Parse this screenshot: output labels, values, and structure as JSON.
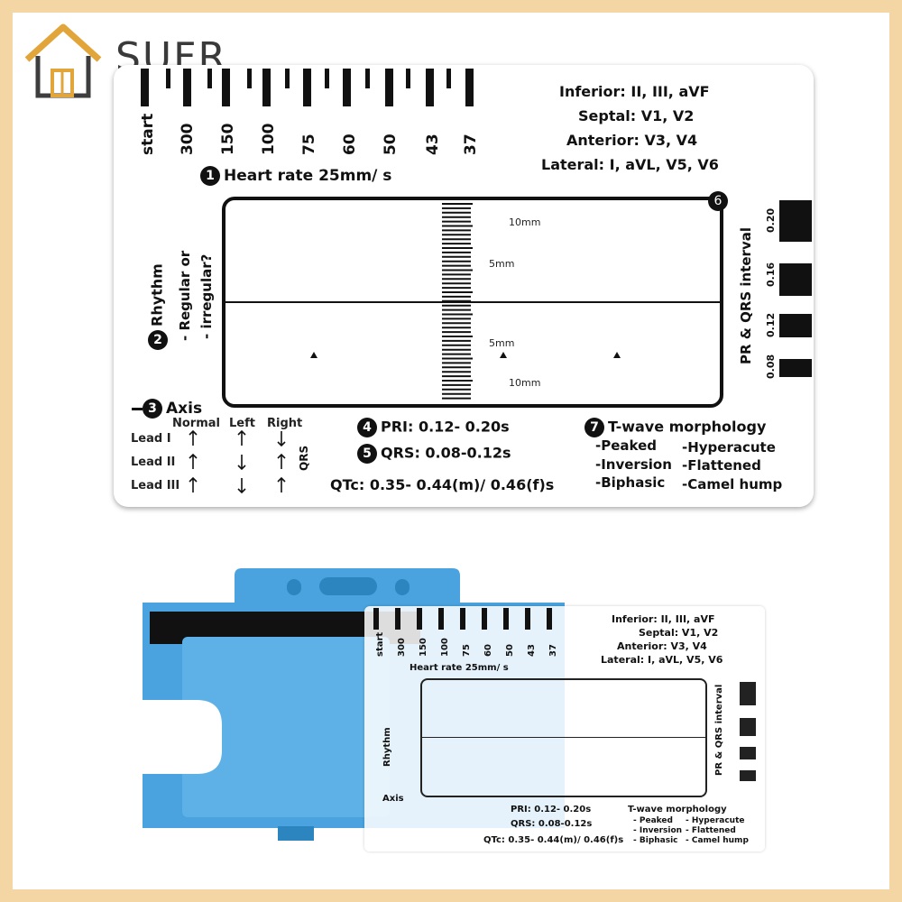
{
  "brand": {
    "name": "SUFR",
    "logo_icon": "house-icon"
  },
  "ruler": {
    "labels": [
      "start",
      "300",
      "150",
      "100",
      "75",
      "60",
      "50",
      "43",
      "37"
    ]
  },
  "card": {
    "heart_rate": {
      "num": "1",
      "label": "Heart rate 25mm/ s"
    },
    "rhythm": {
      "num": "2",
      "line1": "Rhythm",
      "line2": "- Regular or",
      "line3": "- irregular?"
    },
    "axis": {
      "num": "3",
      "label": "Axis",
      "headers": [
        "Normal",
        "Left",
        "Right"
      ],
      "leads": [
        "Lead I",
        "Lead II",
        "Lead III"
      ],
      "qrs": "QRS"
    },
    "pri": {
      "num": "4",
      "label": "PRI: 0.12- 0.20s"
    },
    "qrs_range": {
      "num": "5",
      "label": "QRS: 0.08-0.12s"
    },
    "qtc": "QTc: 0.35- 0.44(m)/ 0.46(f)s",
    "box_num": "6",
    "scale_labels": {
      "top10": "10mm",
      "top5": "5mm",
      "bottom5": "5mm",
      "bottom10": "10mm"
    },
    "regions": [
      "Inferior: II, III, aVF",
      "Septal: V1, V2",
      "Anterior: V3, V4",
      "Lateral: I, aVL, V5, V6"
    ],
    "interval": {
      "title": "PR & QRS interval",
      "values": [
        "0.20",
        "0.16",
        "0.12",
        "0.08"
      ]
    },
    "twave": {
      "num": "7",
      "title": "T-wave morphology",
      "col1": [
        "-Peaked",
        "-Inversion",
        "-Biphasic"
      ],
      "col2": [
        "-Hyperacute",
        "-Flattened",
        "-Camel hump"
      ]
    }
  },
  "photo2": {
    "regions": [
      "Inferior: II, III, aVF",
      "Septal: V1, V2",
      "Anterior: V3, V4",
      "Lateral: I, aVL, V5, V6"
    ],
    "heart_rate": "Heart rate 25mm/ s",
    "rhythm": "Rhythm",
    "interval": "PR & QRS interval",
    "axis": "Axis",
    "pri": "PRI: 0.12- 0.20s",
    "qrs": "QRS: 0.08-0.12s",
    "qtc": "QTc: 0.35- 0.44(m)/ 0.46(f)s",
    "twave": "T-wave morphology",
    "twave_items": [
      "- Peaked",
      "- Hyperacute",
      "- Inversion",
      "- Flattened",
      "- Biphasic",
      "- Camel hump"
    ],
    "ruler_labels": [
      "start",
      "300",
      "150",
      "100",
      "75",
      "60",
      "50",
      "43",
      "37"
    ],
    "holder_color": "#4aa3df"
  }
}
